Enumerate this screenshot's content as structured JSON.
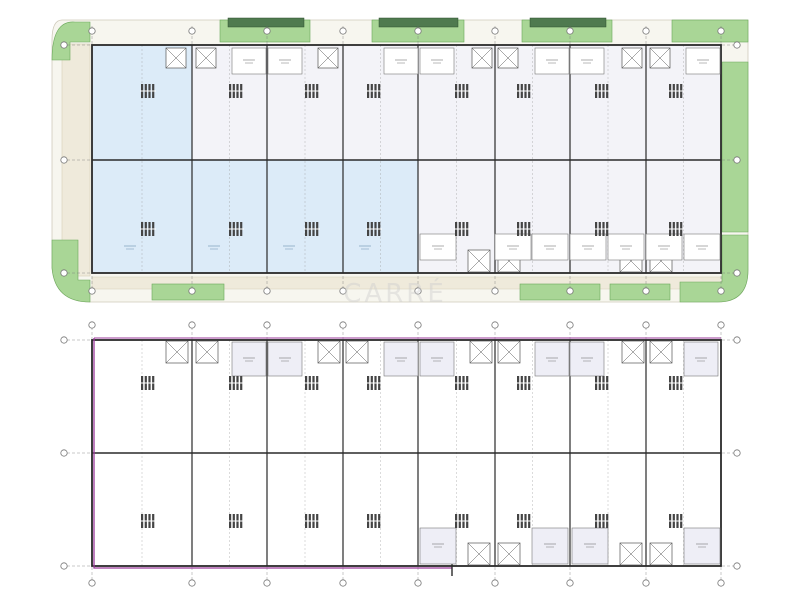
{
  "plans": [
    {
      "id": "upper-plan",
      "style": "site",
      "highlighted_units": [
        0,
        1,
        2,
        3
      ],
      "colors": {
        "wall": "#2a2a2a",
        "grid": "#777777",
        "unit_fill": "#f3f3f8",
        "highlight_fill": "#dcebf8",
        "landscape": "#a9d696",
        "landscape_edge": "#6aa85a",
        "paving": "#efeadb",
        "greenhouse": "#4f7a4f"
      }
    },
    {
      "id": "lower-plan",
      "style": "outline",
      "highlighted_units": [],
      "colors": {
        "wall": "#2a2a2a",
        "grid": "#777777",
        "unit_fill": "#ffffff",
        "office_fill": "#eeeef6",
        "boundary": "#9b3a9b"
      }
    }
  ],
  "watermark": "CARRÉ"
}
